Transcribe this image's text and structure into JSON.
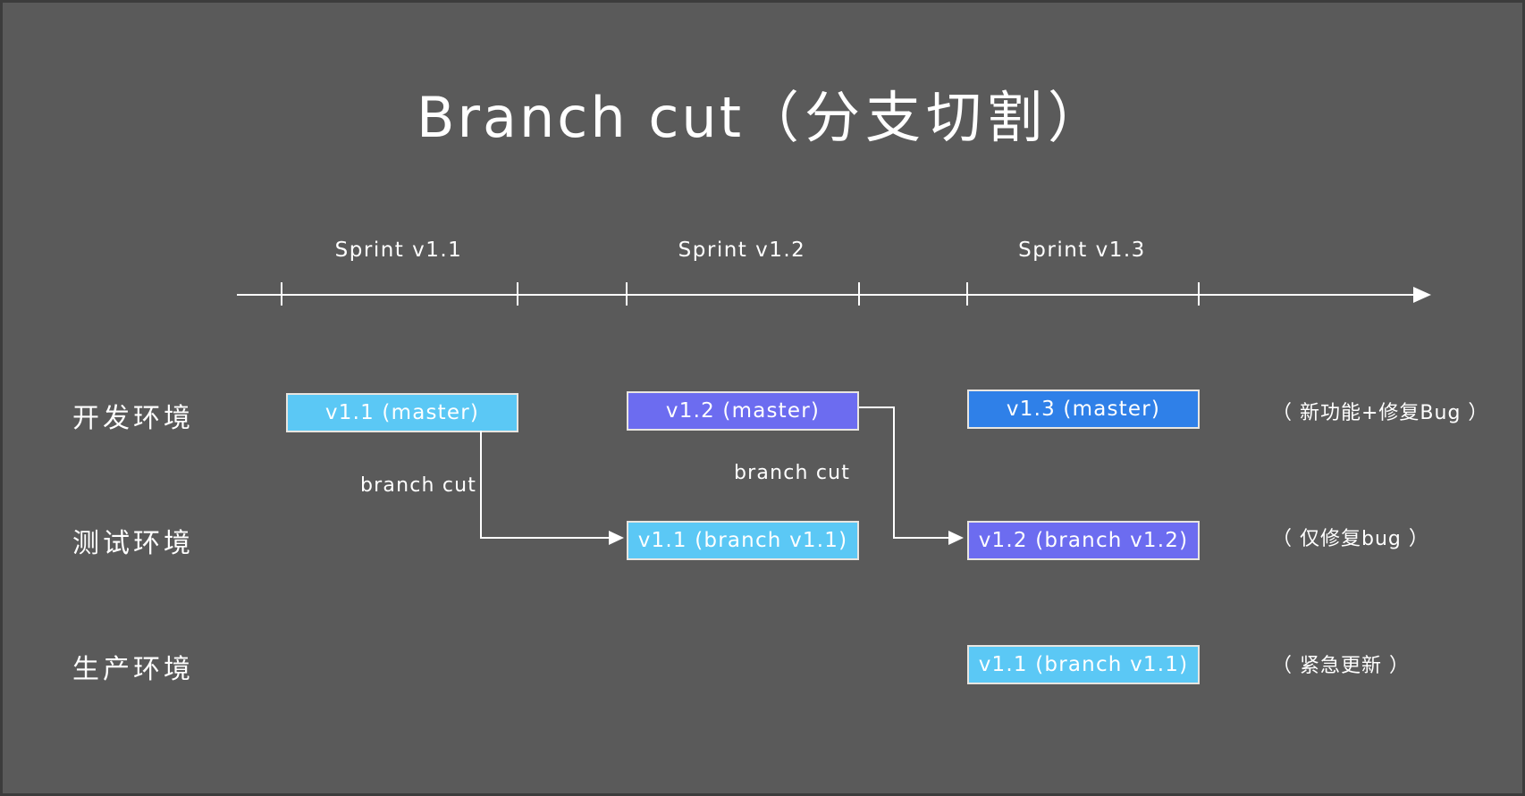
{
  "page": {
    "title_en": "Branch cut",
    "title_cn": "（分支切割）",
    "background_color": "#5a5a5a"
  },
  "timeline": {
    "sprints": [
      {
        "label": "Sprint v1.1"
      },
      {
        "label": "Sprint v1.2"
      },
      {
        "label": "Sprint v1.3"
      }
    ]
  },
  "rows": [
    {
      "label": "开发环境",
      "note": "（ 新功能+修复Bug ）"
    },
    {
      "label": "测试环境",
      "note": "（ 仅修复bug ）"
    },
    {
      "label": "生产环境",
      "note": "（ 紧急更新 ）"
    }
  ],
  "boxes": {
    "dev_v11": {
      "text": "v1.1 (master)",
      "color": "#5bc8f5"
    },
    "dev_v12": {
      "text": "v1.2 (master)",
      "color": "#6c6cf0"
    },
    "dev_v13": {
      "text": "v1.3 (master)",
      "color": "#2f80e8"
    },
    "test_v11": {
      "text": "v1.1 (branch v1.1)",
      "color": "#5bc8f5"
    },
    "test_v12": {
      "text": "v1.2 (branch v1.2)",
      "color": "#6c6cf0"
    },
    "prod_v11": {
      "text": "v1.1 (branch v1.1)",
      "color": "#5bc8f5"
    }
  },
  "connectors": {
    "cut1_label": "branch cut",
    "cut2_label": "branch cut"
  }
}
